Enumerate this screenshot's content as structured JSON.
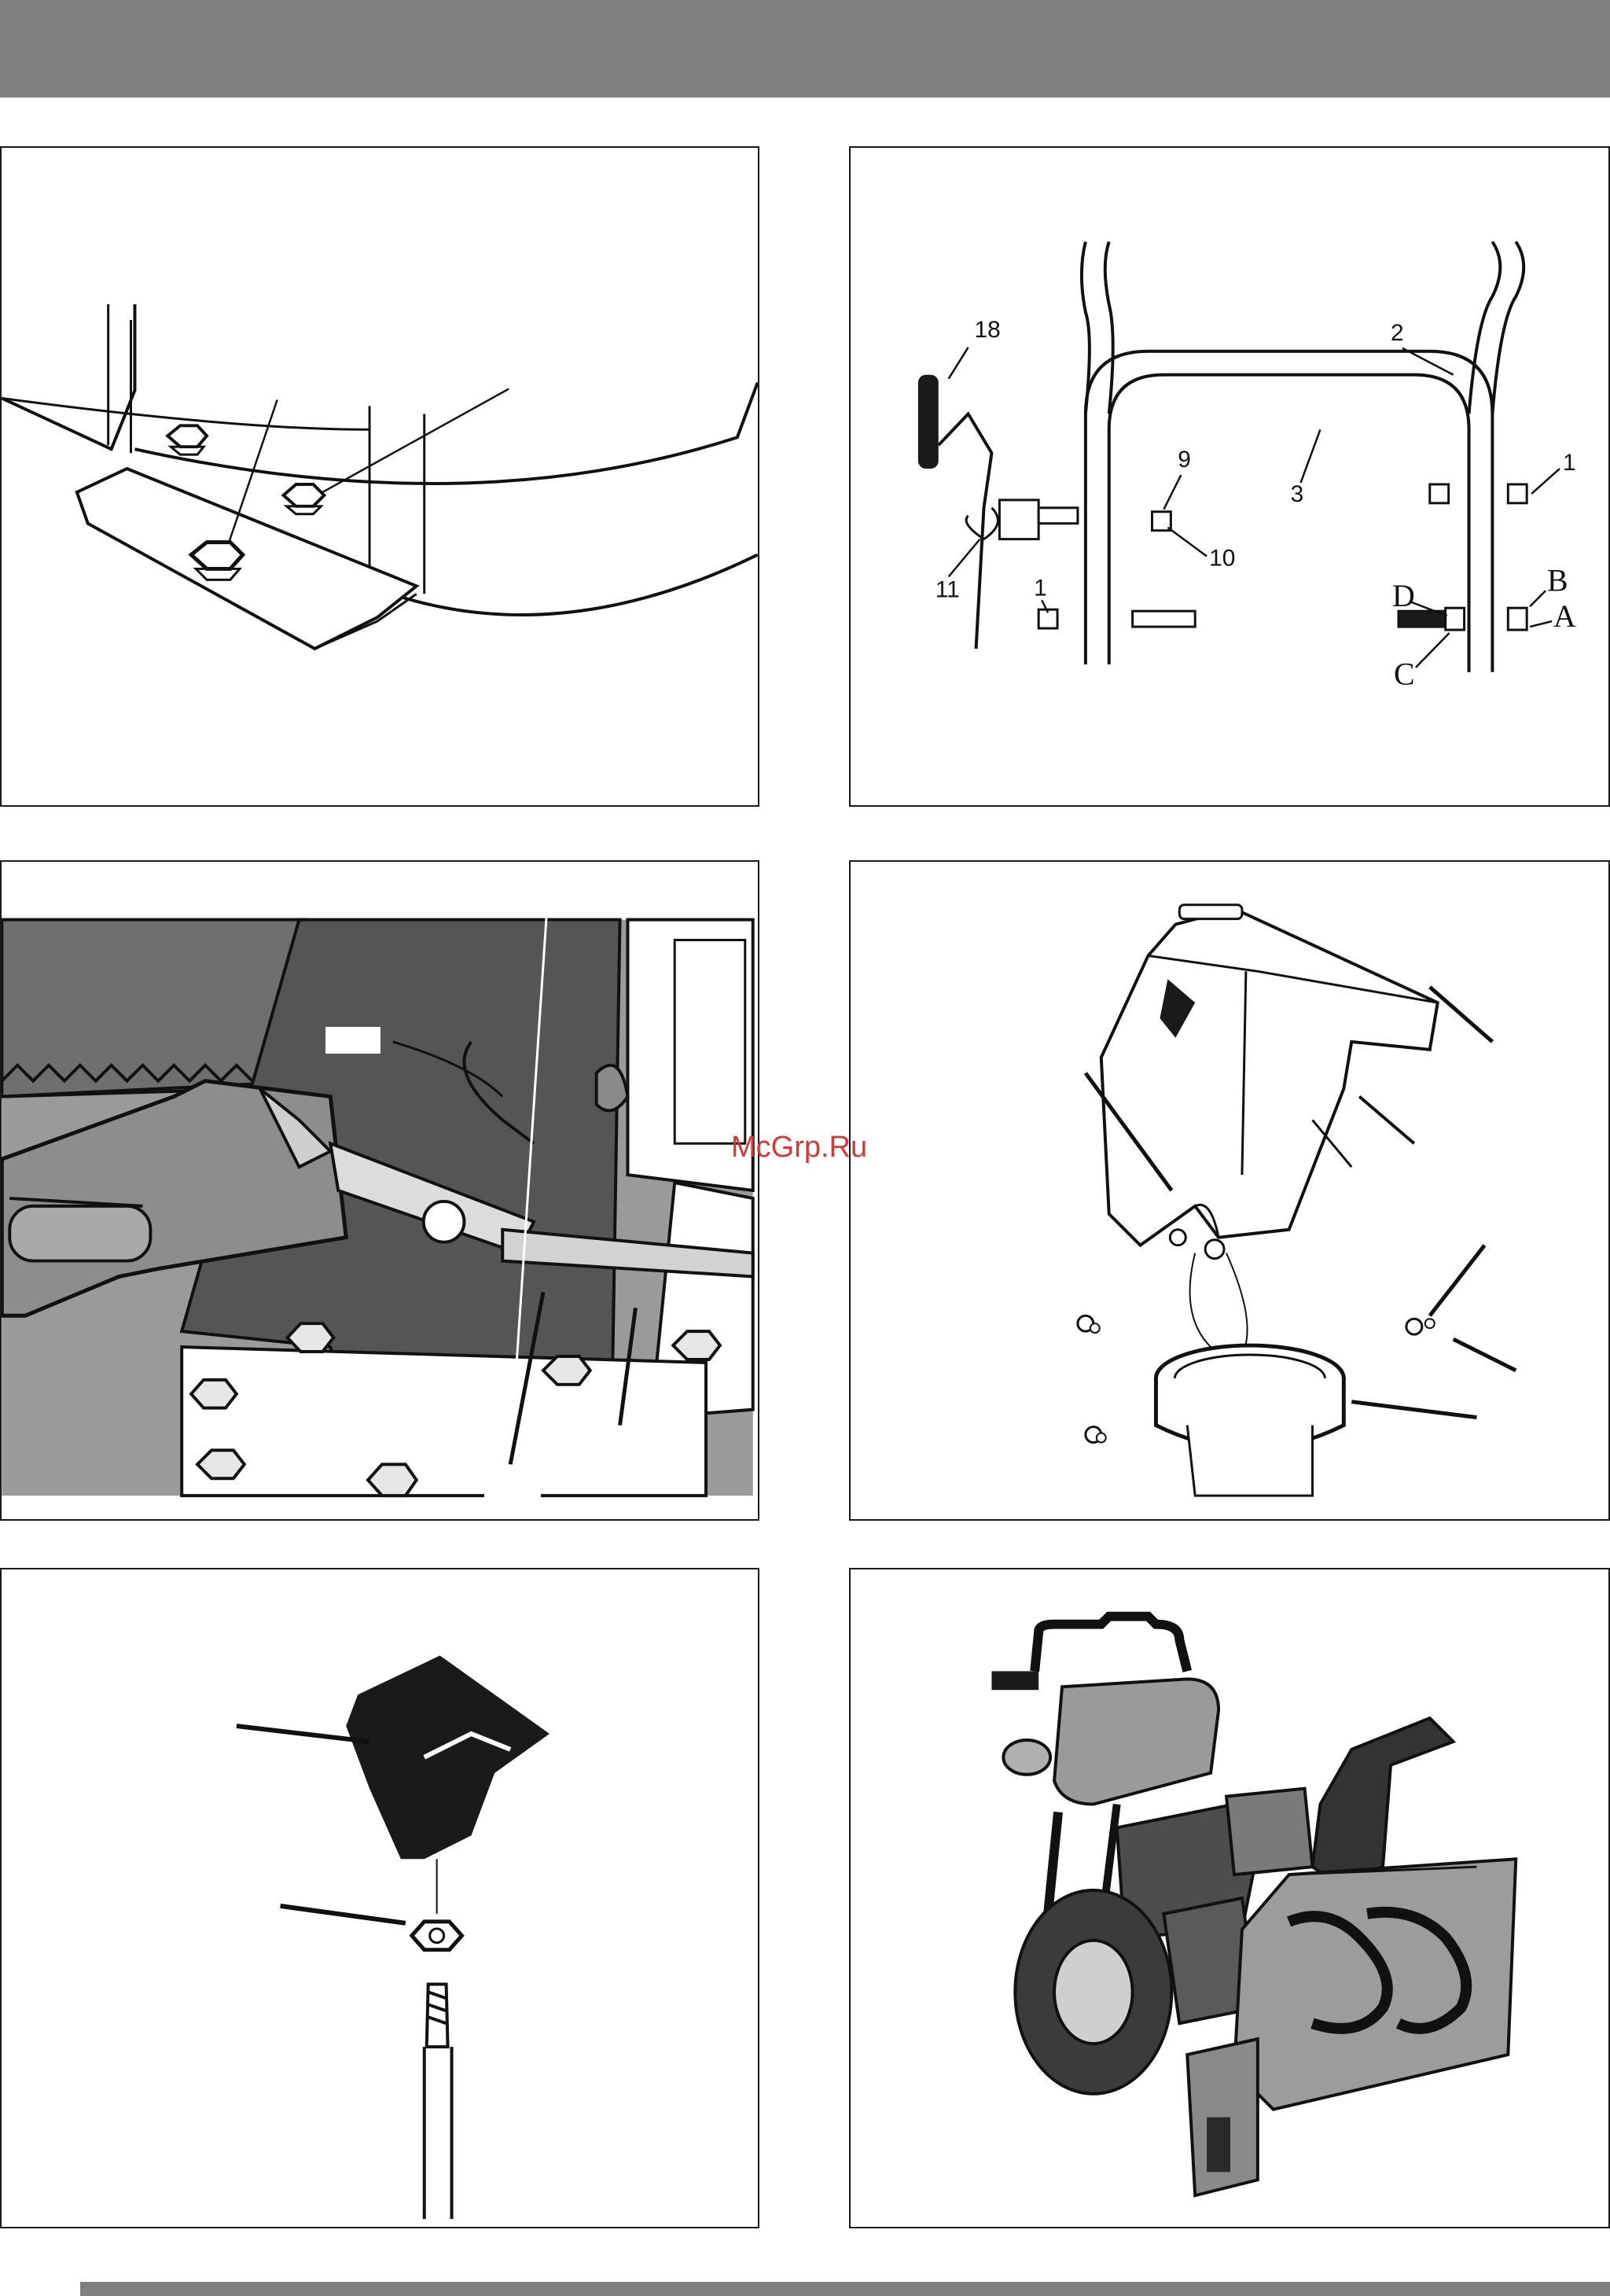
{
  "figures": {
    "handle_assembly": {
      "callouts": [
        "18",
        "2",
        "3",
        "9",
        "1",
        "10",
        "11",
        "1",
        "D",
        "B",
        "A",
        "C"
      ]
    }
  },
  "watermark": "McGrp.Ru",
  "colors": {
    "header_bar": "#7f7f7f",
    "panel_border": "#1a1a1a",
    "watermark": "#d23a3a",
    "shaded_metal": "#8a8a8a",
    "dark_part": "#1a1a1a"
  }
}
